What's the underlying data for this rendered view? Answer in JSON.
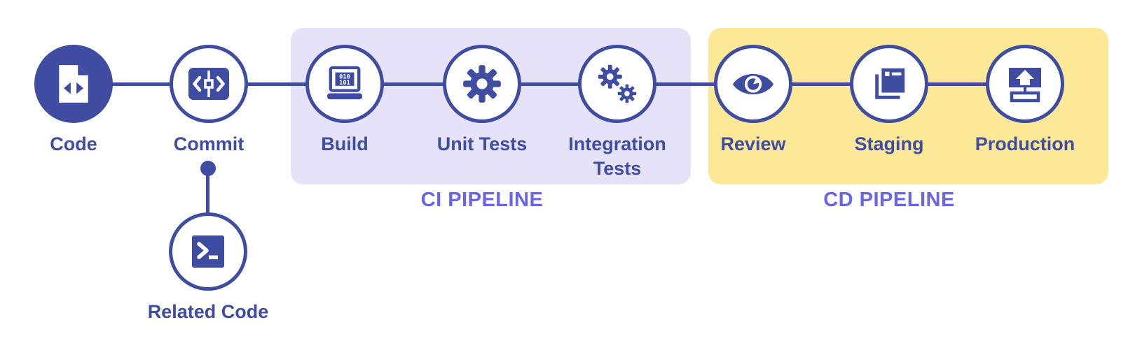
{
  "title": "CI/CD pipeline diagram",
  "colors": {
    "primary": "#3E4DA1",
    "ci_bg": "#E5E2FA",
    "cd_bg": "#FCE897",
    "pipeline_label": "#6964EA",
    "white": "#FFFFFF"
  },
  "nodes": [
    {
      "id": "code",
      "label": "Code",
      "icon": "code-file-icon",
      "style": "filled"
    },
    {
      "id": "commit",
      "label": "Commit",
      "icon": "commit-icon",
      "style": "outline"
    },
    {
      "id": "build",
      "label": "Build",
      "icon": "build-laptop-icon",
      "style": "outline",
      "group": "ci"
    },
    {
      "id": "unit-tests",
      "label": "Unit Tests",
      "icon": "gear-icon",
      "style": "outline",
      "group": "ci"
    },
    {
      "id": "integration-tests",
      "label": "Integration Tests",
      "icon": "double-gear-icon",
      "style": "outline",
      "group": "ci"
    },
    {
      "id": "review",
      "label": "Review",
      "icon": "eye-icon",
      "style": "outline",
      "group": "cd"
    },
    {
      "id": "staging",
      "label": "Staging",
      "icon": "stacked-windows-icon",
      "style": "outline",
      "group": "cd"
    },
    {
      "id": "production",
      "label": "Production",
      "icon": "upload-icon",
      "style": "outline",
      "group": "cd"
    }
  ],
  "branch_node": {
    "id": "related-code",
    "label": "Related Code",
    "icon": "terminal-icon",
    "connects_to": "commit"
  },
  "groups": [
    {
      "id": "ci",
      "label": "CI PIPELINE"
    },
    {
      "id": "cd",
      "label": "CD PIPELINE"
    }
  ]
}
